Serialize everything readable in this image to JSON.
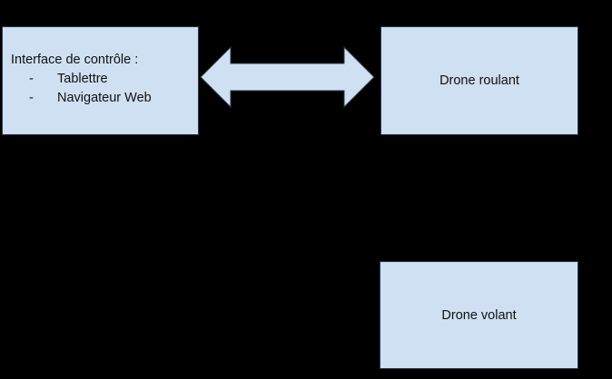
{
  "diagram": {
    "background_color": "#000000",
    "node_fill_color": "#cfe0f2",
    "node_border_color": "#2a3b4d",
    "text_color": "#111111",
    "nodes": {
      "control_interface": {
        "title": "Interface de contrôle :",
        "bullets": [
          {
            "marker": "-",
            "label": "Tablettre"
          },
          {
            "marker": "-",
            "label": "Navigateur Web"
          }
        ]
      },
      "drone_roulant": {
        "label": "Drone roulant"
      },
      "drone_volant": {
        "label": "Drone volant"
      }
    },
    "connectors": [
      {
        "name": "control-to-drone-roulant",
        "style": "double-headed-arrow",
        "color": "#cfe0f2"
      }
    ]
  }
}
